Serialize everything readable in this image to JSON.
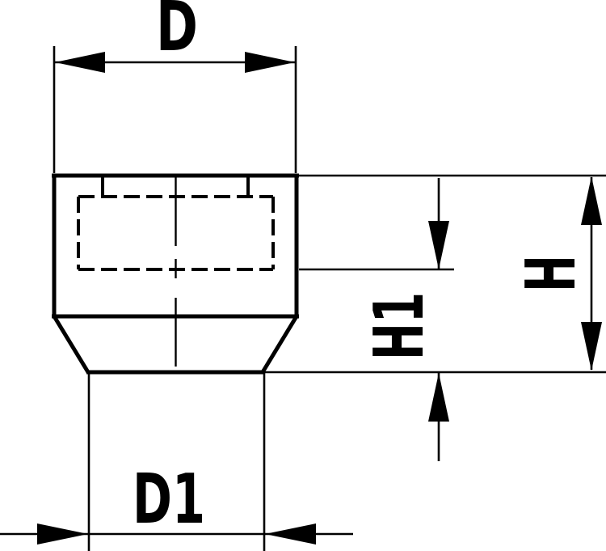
{
  "drawing": {
    "labels": {
      "width_top": "D",
      "height_total": "H",
      "height_partial": "H1",
      "width_bottom": "D1"
    },
    "colors": {
      "line": "#000000",
      "background": "#ffffff"
    }
  }
}
